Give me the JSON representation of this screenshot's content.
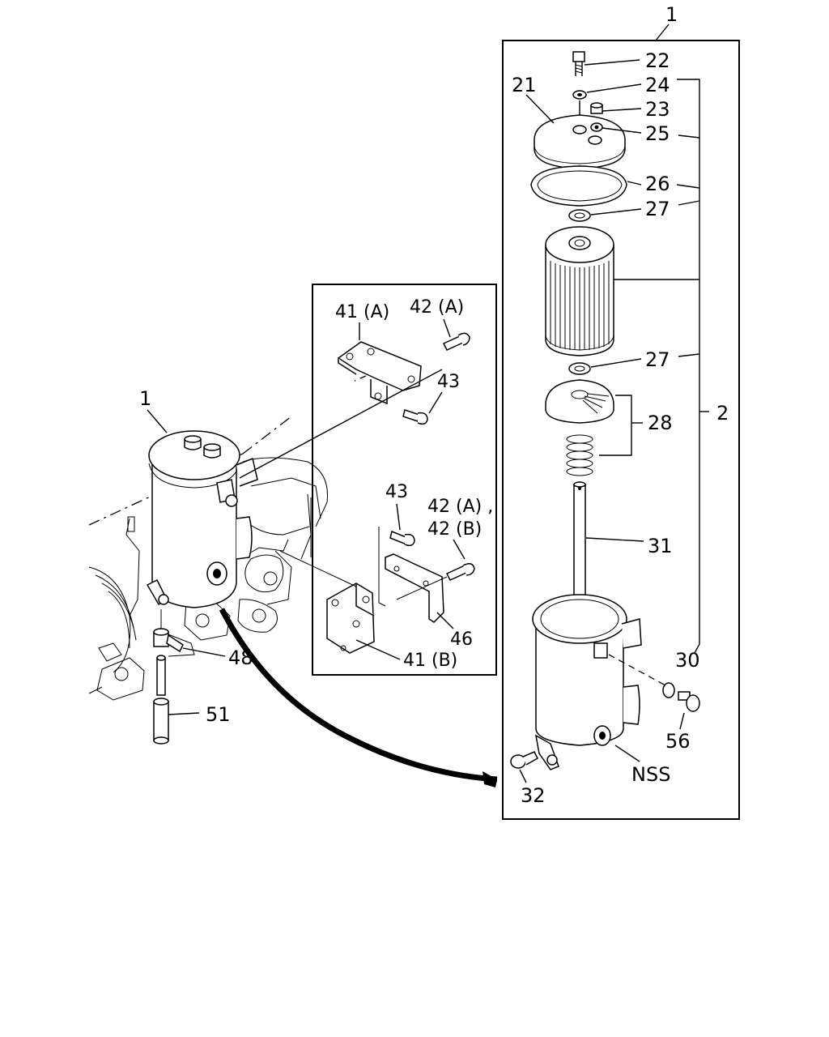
{
  "labels": {
    "top_1": "1",
    "p22": "22",
    "p24": "24",
    "p23": "23",
    "p25": "25",
    "p21": "21",
    "p26": "26",
    "p27a": "27",
    "p27b": "27",
    "p28": "28",
    "p2": "2",
    "p31": "31",
    "p30": "30",
    "p56": "56",
    "nss": "NSS",
    "p32": "32",
    "p41a": "41 (A)",
    "p42a": "42 (A)",
    "p43a": "43",
    "p43b": "43",
    "p42ab_1": "42 (A) ,",
    "p42ab_2": "42 (B)",
    "p46": "46",
    "p41b": "41 (B)",
    "left_1": "1",
    "p48": "48",
    "p51": "51"
  }
}
